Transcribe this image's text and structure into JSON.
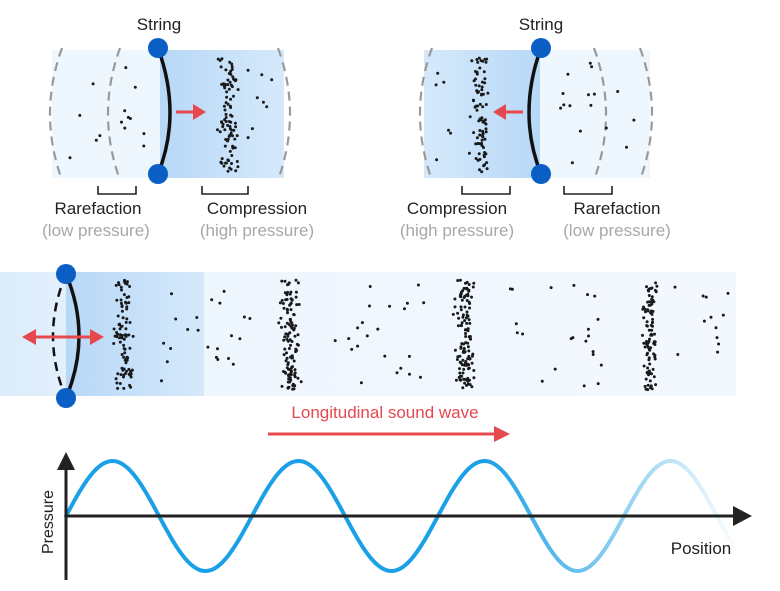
{
  "panel_left": {
    "string_label": "String",
    "left_region_label": "Rarefaction",
    "left_region_sub": "(low pressure)",
    "right_region_label": "Compression",
    "right_region_sub": "(high pressure)"
  },
  "panel_right": {
    "string_label": "String",
    "left_region_label": "Compression",
    "left_region_sub": "(high pressure)",
    "right_region_label": "Rarefaction",
    "right_region_sub": "(low pressure)"
  },
  "wave_label": "Longitudinal sound wave",
  "graph": {
    "ylabel": "Pressure",
    "xlabel": "Position"
  },
  "colors": {
    "node_blue": "#0b5fc4",
    "arrow_red": "#e5484d",
    "wave_blue": "#1aa0e6",
    "axis": "#222222",
    "muted_text": "#a8a8a8",
    "tube_fill": "#e9f3fd",
    "compression_fill": "#bcdcf8"
  }
}
